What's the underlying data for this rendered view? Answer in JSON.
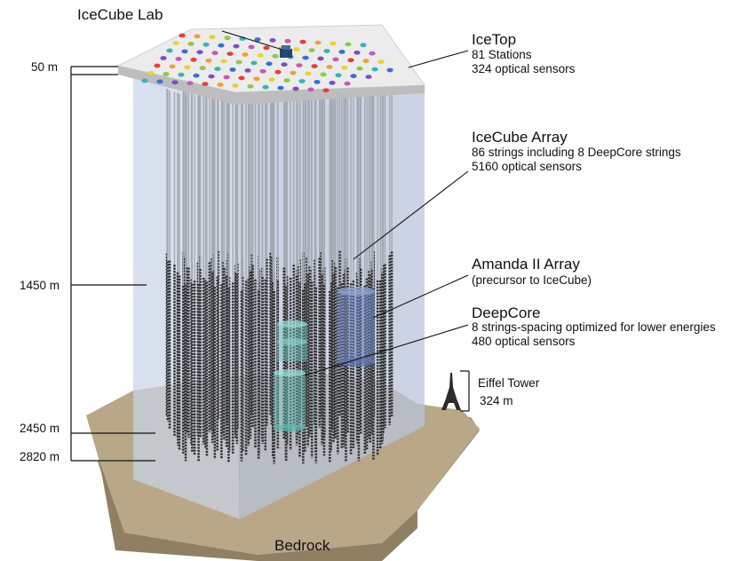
{
  "labels": {
    "icecube_lab": "IceCube Lab",
    "icetop": {
      "title": "IceTop",
      "line1": "81 Stations",
      "line2": "324 optical sensors"
    },
    "array": {
      "title": "IceCube Array",
      "line1": "86 strings including 8 DeepCore strings",
      "line2": "5160 optical sensors"
    },
    "amanda": {
      "title": "Amanda II Array",
      "line1": "(precursor to IceCube)"
    },
    "deepcore": {
      "title": "DeepCore",
      "line1": "8 strings-spacing optimized for lower energies",
      "line2": "480 optical sensors"
    },
    "eiffel": {
      "title": "Eiffel Tower",
      "height": "324 m"
    },
    "bedrock": "Bedrock"
  },
  "depths": [
    "50 m",
    "1450 m",
    "2450 m",
    "2820 m"
  ],
  "colors": {
    "ice_volume": "#c9d3e6",
    "ice_surface": "#ececec",
    "bedrock": "#b8a888",
    "bedrock_dark": "#9c8d70",
    "string": "#a4a9b2",
    "sensor": "#2b2b2b",
    "amanda": "#6f86c4",
    "deepcore": "#6cc9c0"
  },
  "icetop_dot_colors": [
    "#e2423c",
    "#f0a03a",
    "#e8d23a",
    "#8fc84a",
    "#3fb0b0",
    "#3a6fd0",
    "#7b4fc2",
    "#c45bb5"
  ]
}
